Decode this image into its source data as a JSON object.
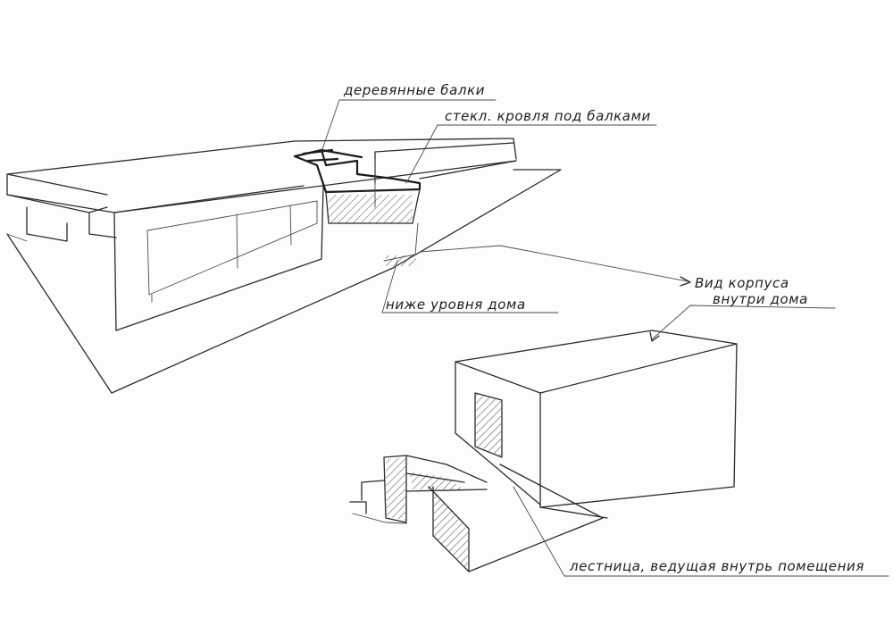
{
  "labels": {
    "wooden_beams": "деревянные балки",
    "glass_roof": "стекл. кровля под балками",
    "below_level": "ниже уровня дома",
    "view_title_line1": "Вид корпуса",
    "view_title_line2": "внутри дома",
    "stairs": "лестница, ведущая внутрь помещения"
  },
  "colors": {
    "ink": "#2b2b2b",
    "paper": "#fdfdfd"
  }
}
